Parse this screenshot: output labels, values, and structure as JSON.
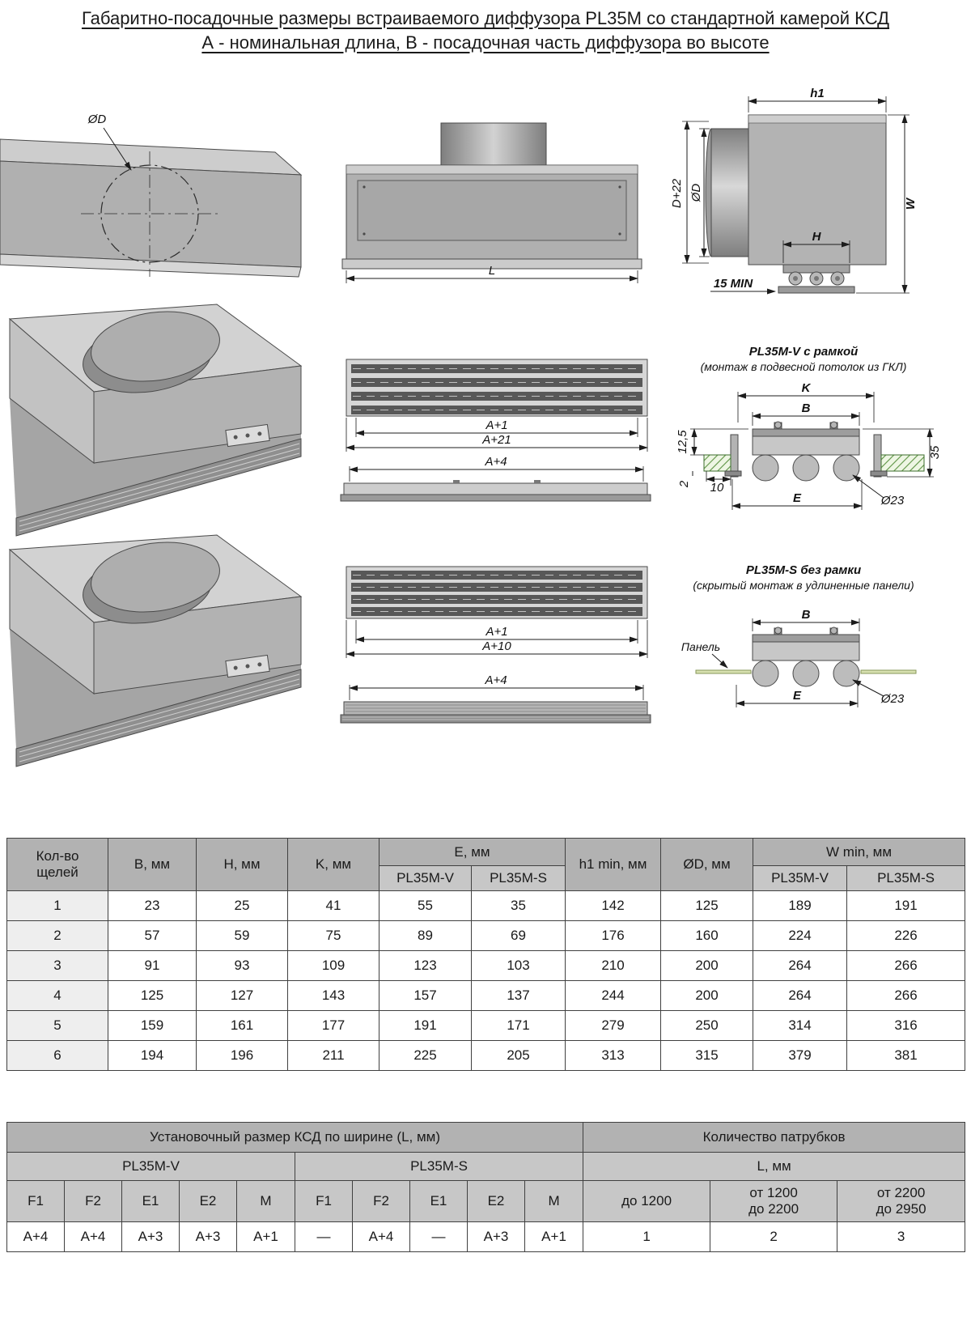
{
  "page": {
    "title": "Габаритно-посадочные размеры встраиваемого диффузора PL35M со стандартной камерой КСД",
    "subtitle": "А - номинальная длина, В - посадочная часть диффузора во высоте"
  },
  "dims": {
    "od": "ØD",
    "l": "L",
    "h1": "h1",
    "d_plus_22": "D+22",
    "w": "W",
    "h": "H",
    "min15": "15 MIN",
    "a_plus_1": "A+1",
    "a_plus_21": "A+21",
    "a_plus_4": "A+4",
    "a_plus_10": "A+10",
    "k": "K",
    "b": "B",
    "e": "E",
    "o23": "Ø23",
    "v12_5": "12,5",
    "v35": "35",
    "v2": "2",
    "v10": "10",
    "panel": "Панель"
  },
  "captions": {
    "v_line1": "PL35M-V с рамкой",
    "v_line2": "(монтаж в подвесной потолок из ГКЛ)",
    "s_line1": "PL35M-S без рамки",
    "s_line2": "(скрытый монтаж в удлиненные панели)"
  },
  "main_table": {
    "col_headers": {
      "slots": "Кол-во\nщелей",
      "b": "B, мм",
      "h": "H, мм",
      "k": "K, мм",
      "e": "E, мм",
      "h1min": "h1 min, мм",
      "od": "ØD, мм",
      "wmin": "W min, мм",
      "pl35mv": "PL35M-V",
      "pl35ms": "PL35M-S"
    },
    "rows": [
      [
        "1",
        "23",
        "25",
        "41",
        "55",
        "35",
        "142",
        "125",
        "189",
        "191"
      ],
      [
        "2",
        "57",
        "59",
        "75",
        "89",
        "69",
        "176",
        "160",
        "224",
        "226"
      ],
      [
        "3",
        "91",
        "93",
        "109",
        "123",
        "103",
        "210",
        "200",
        "264",
        "266"
      ],
      [
        "4",
        "125",
        "127",
        "143",
        "157",
        "137",
        "244",
        "200",
        "264",
        "266"
      ],
      [
        "5",
        "159",
        "161",
        "177",
        "191",
        "171",
        "279",
        "250",
        "314",
        "316"
      ],
      [
        "6",
        "194",
        "196",
        "211",
        "225",
        "205",
        "313",
        "315",
        "379",
        "381"
      ]
    ]
  },
  "install_table": {
    "left_title": "Установочный размер КСД по ширине (L, мм)",
    "right_title": "Количество патрубков",
    "group_v": "PL35M-V",
    "group_s": "PL35M-S",
    "group_l": "L, мм",
    "cols_v": [
      "F1",
      "F2",
      "E1",
      "E2",
      "M"
    ],
    "cols_s": [
      "F1",
      "F2",
      "E1",
      "E2",
      "M"
    ],
    "ranges": [
      "до 1200",
      "от 1200\nдо 2200",
      "от 2200\nдо 2950"
    ],
    "values_v": [
      "A+4",
      "A+4",
      "A+3",
      "A+3",
      "A+1"
    ],
    "values_s": [
      "—",
      "A+4",
      "—",
      "A+3",
      "A+1"
    ],
    "counts": [
      "1",
      "2",
      "3"
    ]
  }
}
